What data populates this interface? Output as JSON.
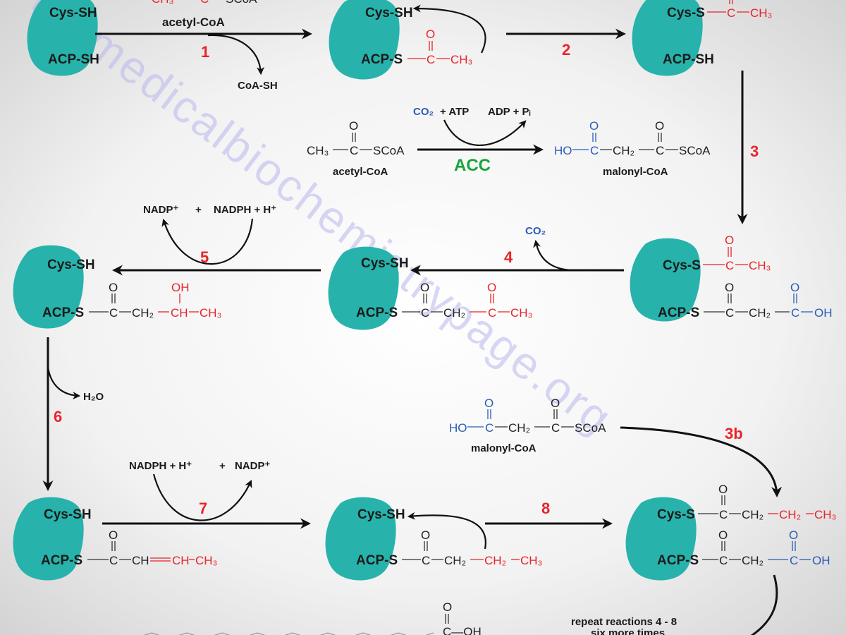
{
  "enzyme": {
    "cys_sh": "Cys-SH",
    "acp_sh": "ACP-SH",
    "cys_s": "Cys-S",
    "acp_s": "ACP-S"
  },
  "chem": {
    "O": "O",
    "C": "C",
    "CH": "CH",
    "CH2": "CH₂",
    "CH3": "CH₃",
    "OH": "OH",
    "HO": "HO",
    "SCoA": "SCoA",
    "COH": "C—OH"
  },
  "labels": {
    "acetyl_coa": "acetyl-CoA",
    "malonyl_coa": "malonyl-CoA",
    "coa_sh": "CoA-SH",
    "acc": "ACC",
    "co2": "CO₂",
    "plus_atp": "+ ATP",
    "adp_pi": "ADP + Pᵢ",
    "nadp": "NADP⁺",
    "plus": "+",
    "nadph": "NADPH + H⁺",
    "h2o": "H₂O",
    "repeat_line1": "repeat reactions 4 - 8",
    "repeat_line2": "six more times"
  },
  "steps": {
    "s1": "1",
    "s2": "2",
    "s3": "3",
    "s3b": "3b",
    "s4": "4",
    "s5": "5",
    "s6": "6",
    "s7": "7",
    "s8": "8"
  },
  "watermark": "themedicalbiochemistrypage.org",
  "colors": {
    "enzyme": "#27b3ab",
    "substrate": "#e8242a",
    "malonyl": "#2a5cb8",
    "acc": "#1aa33a"
  }
}
